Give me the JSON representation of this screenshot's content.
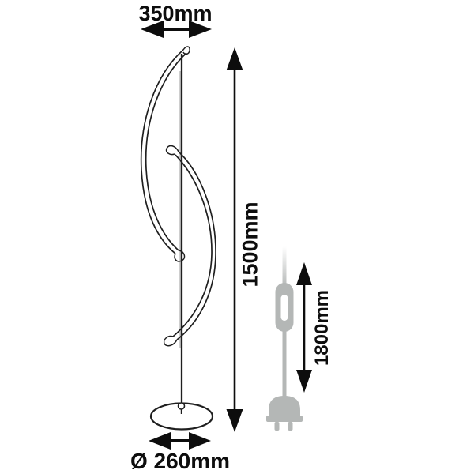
{
  "diagram": {
    "type": "product-dimension-diagram",
    "product": "arc floor lamp with inline switch power cable",
    "labels": {
      "width": "350mm",
      "height": "1500mm",
      "cable": "1800mm",
      "base_diameter": "Ø 260mm"
    },
    "colors": {
      "line": "#0d0d0d",
      "lamp_line": "#1f1f1f",
      "cable_gray": "#b4b7b6",
      "background": "#ffffff"
    }
  }
}
